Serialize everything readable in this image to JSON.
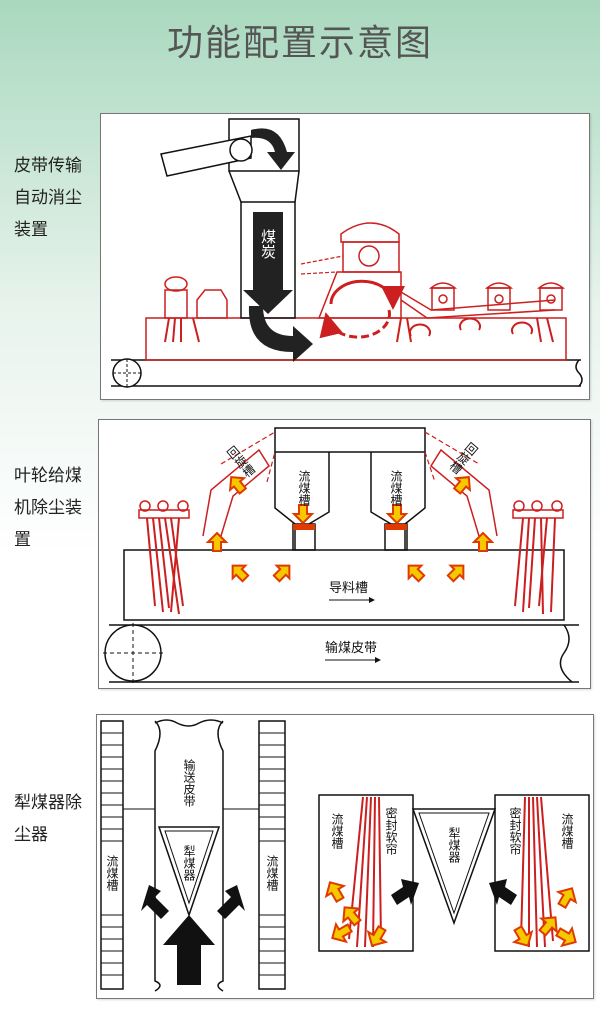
{
  "title": "功能配置示意图",
  "sections": [
    {
      "label": "皮带传输自动消尘装置",
      "diagram": {
        "coal_label": "煤炭"
      }
    },
    {
      "label": "叶轮给煤机除尘装置",
      "diagram": {
        "return_left": "回旋槽",
        "return_right": "回旋槽",
        "flow_left": "流煤槽",
        "flow_right": "流煤槽",
        "guide": "导料槽",
        "belt": "输煤皮带"
      }
    },
    {
      "label": "犁煤器除尘器",
      "diagram": {
        "flow_a": "流煤槽",
        "flow_b": "流煤槽",
        "conveyor": "输送皮带",
        "plow_left": "犁煤器",
        "flow_c": "流煤槽",
        "seal_left": "密封软帘",
        "plow_right": "犁煤器",
        "seal_right": "密封软帘",
        "flow_d": "流煤槽"
      }
    }
  ],
  "colors": {
    "red": "#cc1f1f",
    "arrow_fill": "#f5c800",
    "arrow_edge": "#e03a00",
    "line": "#111111"
  }
}
